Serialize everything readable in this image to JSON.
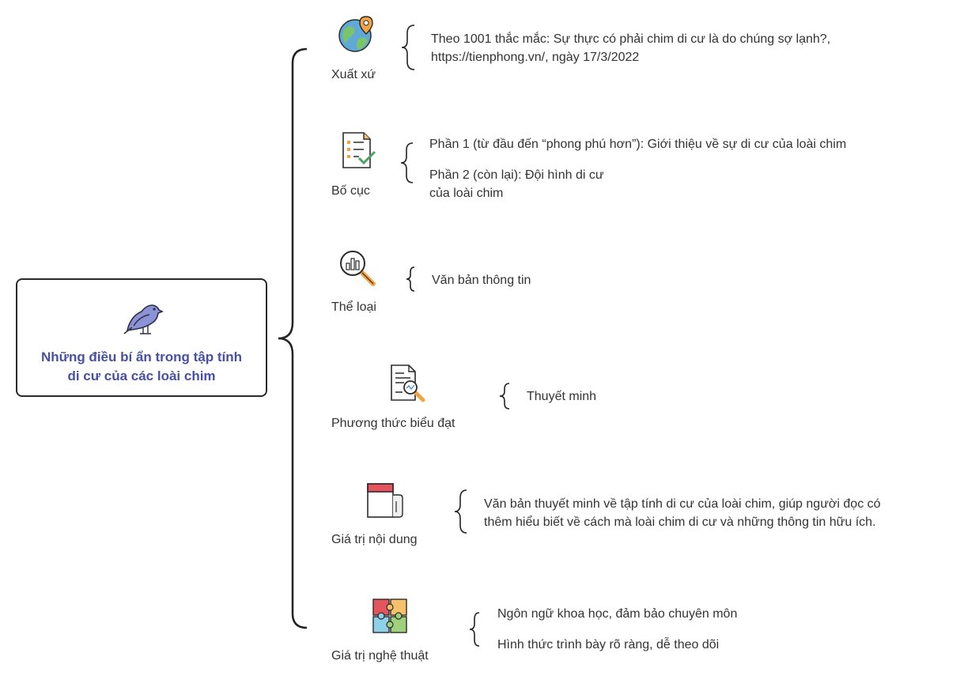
{
  "root": {
    "title": "Những điều bí ẩn trong tập tính di cư của các loài chim",
    "icon": "bird-icon",
    "title_color": "#4750a3"
  },
  "branches": [
    {
      "label": "Xuất xứ",
      "icon": "globe-pin-icon",
      "details": [
        "Theo 1001 thắc mắc: Sự thực có phải chim di cư là do chúng sợ lạnh?,",
        "https://tienphong.vn/, ngày 17/3/2022"
      ]
    },
    {
      "label": "Bố cục",
      "icon": "checklist-icon",
      "details": [
        "Phần 1 (từ đầu đến “phong phú hơn”): Giới thiệu về sự di cư của loài chim",
        "Phần 2 (còn lại): Đội hình di cư",
        "của loài chim"
      ]
    },
    {
      "label": "Thể loại",
      "icon": "magnifier-chart-icon",
      "details": [
        "Văn bản thông tin"
      ]
    },
    {
      "label": "Phương thức biểu đạt",
      "icon": "document-search-icon",
      "details": [
        "Thuyết minh"
      ]
    },
    {
      "label": "Giá trị nội dung",
      "icon": "notebook-icon",
      "details": [
        "Văn bản thuyết minh về tập tính di cư của loài chim, giúp người đọc có",
        "thêm hiểu biết về cách mà loài chim di cư và những thông tin hữu ích."
      ]
    },
    {
      "label": "Giá trị nghệ thuật",
      "icon": "puzzle-icon",
      "details": [
        "Ngôn ngữ khoa học, đảm bảo chuyên môn",
        "Hình thức trình bày rõ ràng, dễ theo dõi"
      ]
    }
  ]
}
